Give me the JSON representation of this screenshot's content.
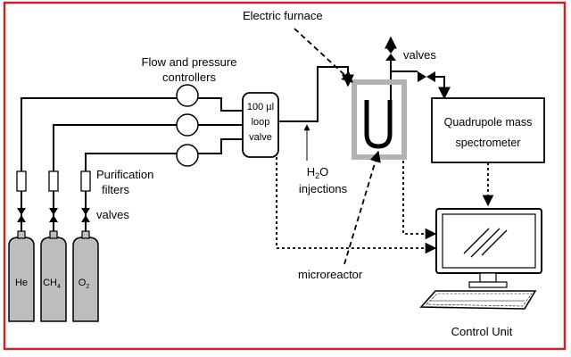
{
  "colors": {
    "frame": "#c0272d",
    "line": "#000000",
    "furnace_box": "#b3b3b3",
    "background": "#ffffff"
  },
  "labels": {
    "electric_furnace": "Electric furnace",
    "valves_top": "valves",
    "flow_line1": "Flow and pressure",
    "flow_line2": "controllers",
    "loop_line1": "100 µl",
    "loop_line2": "loop",
    "loop_line3": "valve",
    "qms_line1": "Quadrupole mass",
    "qms_line2": "spectrometer",
    "h2o_main": "H",
    "h2o_sub": "2",
    "h2o_end": "O",
    "injections": "injections",
    "purification_line1": "Purification",
    "purification_line2": "filters",
    "valves_bottom": "valves",
    "microreactor": "microreactor",
    "control_unit": "Control Unit",
    "gas_he": "He",
    "gas_ch": "CH",
    "gas_ch_sub": "4",
    "gas_o": "O",
    "gas_o_sub": "2"
  },
  "icons": [
    "gas-cylinder-icon",
    "filter-icon",
    "valve-icon",
    "flow-controller-icon",
    "monitor-icon",
    "keyboard-icon",
    "u-tube-reactor-icon"
  ]
}
